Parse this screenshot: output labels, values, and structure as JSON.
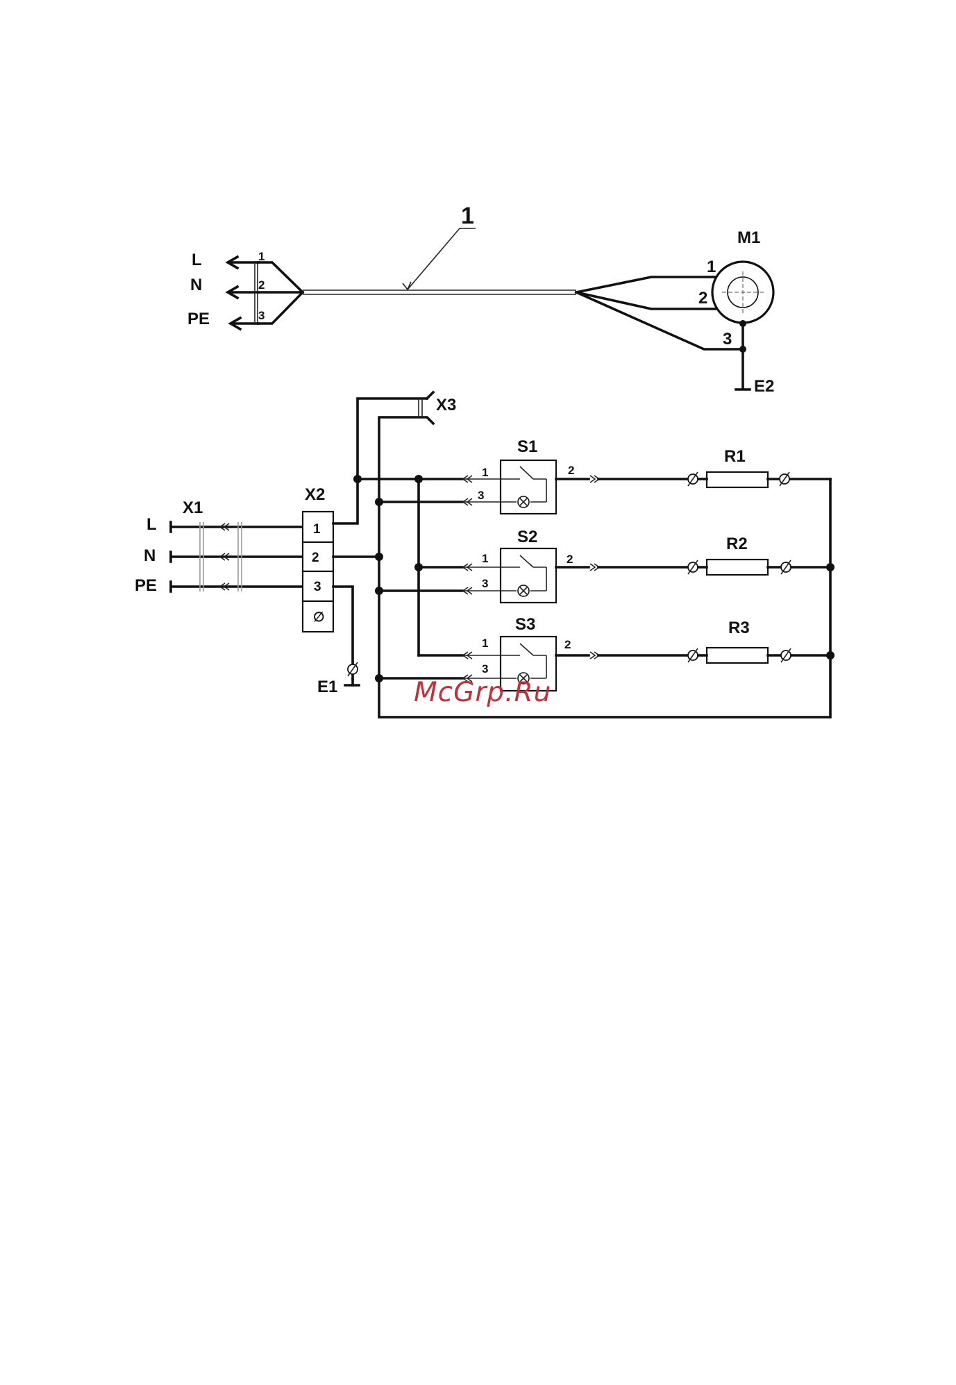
{
  "labels": {
    "callout": "1",
    "motor": "M1",
    "motor_pins": [
      "1",
      "2",
      "3"
    ],
    "top_plug": {
      "lines": [
        "L",
        "N",
        "PE"
      ],
      "pins": [
        "1",
        "2",
        "3"
      ]
    },
    "e2": "E2",
    "x3": "X3",
    "x1": "X1",
    "x2": "X2",
    "main_lines": [
      "L",
      "N",
      "PE"
    ],
    "terminal_block": [
      "1",
      "2",
      "3",
      "∅"
    ],
    "e1": "E1",
    "switches": [
      {
        "name": "S1",
        "pin_in1": "1",
        "pin_in3": "3",
        "pin_out": "2"
      },
      {
        "name": "S2",
        "pin_in1": "1",
        "pin_in3": "3",
        "pin_out": "2"
      },
      {
        "name": "S3",
        "pin_in1": "1",
        "pin_in3": "3",
        "pin_out": "2"
      }
    ],
    "resistors": [
      "R1",
      "R2",
      "R3"
    ]
  },
  "watermark": "McGrp.Ru",
  "colors": {
    "line": "#111111",
    "watermark": "#c0313a"
  }
}
